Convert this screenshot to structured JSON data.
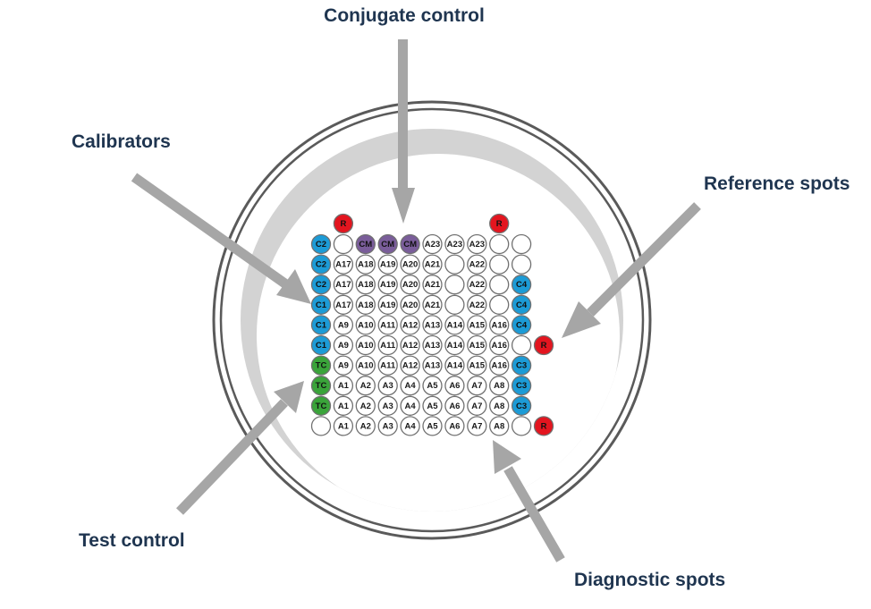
{
  "labels": {
    "conjugate_control": "Conjugate control",
    "calibrators": "Calibrators",
    "reference_spots": "Reference spots",
    "test_control": "Test control",
    "diagnostic_spots": "Diagnostic spots"
  },
  "colors": {
    "label": "#1f3550",
    "arrow": "#a6a6a6",
    "ring_outer": "#5a5a5a",
    "ring_band": "#d3d3d3",
    "spot_border": "#707070",
    "reference": "#e3151f",
    "calibrator": "#1c9bd6",
    "conjugate": "#7a5d9a",
    "test_control": "#3aa43a",
    "diagnostic": "#ffffff"
  },
  "reference_spots_top": [
    "R",
    "R"
  ],
  "grid": [
    [
      {
        "t": "C2",
        "k": "calibrator"
      },
      {
        "t": "",
        "k": "diagnostic"
      },
      {
        "t": "CM",
        "k": "conjugate"
      },
      {
        "t": "CM",
        "k": "conjugate"
      },
      {
        "t": "CM",
        "k": "conjugate"
      },
      {
        "t": "A23",
        "k": "diagnostic"
      },
      {
        "t": "A23",
        "k": "diagnostic"
      },
      {
        "t": "A23",
        "k": "diagnostic"
      },
      {
        "t": "",
        "k": "diagnostic"
      },
      {
        "t": "",
        "k": "diagnostic"
      }
    ],
    [
      {
        "t": "C2",
        "k": "calibrator"
      },
      {
        "t": "A17",
        "k": "diagnostic"
      },
      {
        "t": "A18",
        "k": "diagnostic"
      },
      {
        "t": "A19",
        "k": "diagnostic"
      },
      {
        "t": "A20",
        "k": "diagnostic"
      },
      {
        "t": "A21",
        "k": "diagnostic"
      },
      {
        "t": "",
        "k": "diagnostic"
      },
      {
        "t": "A22",
        "k": "diagnostic"
      },
      {
        "t": "",
        "k": "diagnostic"
      },
      {
        "t": "",
        "k": "diagnostic"
      }
    ],
    [
      {
        "t": "C2",
        "k": "calibrator"
      },
      {
        "t": "A17",
        "k": "diagnostic"
      },
      {
        "t": "A18",
        "k": "diagnostic"
      },
      {
        "t": "A19",
        "k": "diagnostic"
      },
      {
        "t": "A20",
        "k": "diagnostic"
      },
      {
        "t": "A21",
        "k": "diagnostic"
      },
      {
        "t": "",
        "k": "diagnostic"
      },
      {
        "t": "A22",
        "k": "diagnostic"
      },
      {
        "t": "",
        "k": "diagnostic"
      },
      {
        "t": "C4",
        "k": "calibrator"
      }
    ],
    [
      {
        "t": "C1",
        "k": "calibrator"
      },
      {
        "t": "A17",
        "k": "diagnostic"
      },
      {
        "t": "A18",
        "k": "diagnostic"
      },
      {
        "t": "A19",
        "k": "diagnostic"
      },
      {
        "t": "A20",
        "k": "diagnostic"
      },
      {
        "t": "A21",
        "k": "diagnostic"
      },
      {
        "t": "",
        "k": "diagnostic"
      },
      {
        "t": "A22",
        "k": "diagnostic"
      },
      {
        "t": "",
        "k": "diagnostic"
      },
      {
        "t": "C4",
        "k": "calibrator"
      }
    ],
    [
      {
        "t": "C1",
        "k": "calibrator"
      },
      {
        "t": "A9",
        "k": "diagnostic"
      },
      {
        "t": "A10",
        "k": "diagnostic"
      },
      {
        "t": "A11",
        "k": "diagnostic"
      },
      {
        "t": "A12",
        "k": "diagnostic"
      },
      {
        "t": "A13",
        "k": "diagnostic"
      },
      {
        "t": "A14",
        "k": "diagnostic"
      },
      {
        "t": "A15",
        "k": "diagnostic"
      },
      {
        "t": "A16",
        "k": "diagnostic"
      },
      {
        "t": "C4",
        "k": "calibrator"
      }
    ],
    [
      {
        "t": "C1",
        "k": "calibrator"
      },
      {
        "t": "A9",
        "k": "diagnostic"
      },
      {
        "t": "A10",
        "k": "diagnostic"
      },
      {
        "t": "A11",
        "k": "diagnostic"
      },
      {
        "t": "A12",
        "k": "diagnostic"
      },
      {
        "t": "A13",
        "k": "diagnostic"
      },
      {
        "t": "A14",
        "k": "diagnostic"
      },
      {
        "t": "A15",
        "k": "diagnostic"
      },
      {
        "t": "A16",
        "k": "diagnostic"
      },
      {
        "t": "",
        "k": "diagnostic"
      },
      {
        "t": "R",
        "k": "reference"
      }
    ],
    [
      {
        "t": "TC",
        "k": "test_control"
      },
      {
        "t": "A9",
        "k": "diagnostic"
      },
      {
        "t": "A10",
        "k": "diagnostic"
      },
      {
        "t": "A11",
        "k": "diagnostic"
      },
      {
        "t": "A12",
        "k": "diagnostic"
      },
      {
        "t": "A13",
        "k": "diagnostic"
      },
      {
        "t": "A14",
        "k": "diagnostic"
      },
      {
        "t": "A15",
        "k": "diagnostic"
      },
      {
        "t": "A16",
        "k": "diagnostic"
      },
      {
        "t": "C3",
        "k": "calibrator"
      }
    ],
    [
      {
        "t": "TC",
        "k": "test_control"
      },
      {
        "t": "A1",
        "k": "diagnostic"
      },
      {
        "t": "A2",
        "k": "diagnostic"
      },
      {
        "t": "A3",
        "k": "diagnostic"
      },
      {
        "t": "A4",
        "k": "diagnostic"
      },
      {
        "t": "A5",
        "k": "diagnostic"
      },
      {
        "t": "A6",
        "k": "diagnostic"
      },
      {
        "t": "A7",
        "k": "diagnostic"
      },
      {
        "t": "A8",
        "k": "diagnostic"
      },
      {
        "t": "C3",
        "k": "calibrator"
      }
    ],
    [
      {
        "t": "TC",
        "k": "test_control"
      },
      {
        "t": "A1",
        "k": "diagnostic"
      },
      {
        "t": "A2",
        "k": "diagnostic"
      },
      {
        "t": "A3",
        "k": "diagnostic"
      },
      {
        "t": "A4",
        "k": "diagnostic"
      },
      {
        "t": "A5",
        "k": "diagnostic"
      },
      {
        "t": "A6",
        "k": "diagnostic"
      },
      {
        "t": "A7",
        "k": "diagnostic"
      },
      {
        "t": "A8",
        "k": "diagnostic"
      },
      {
        "t": "C3",
        "k": "calibrator"
      }
    ],
    [
      {
        "t": "",
        "k": "diagnostic"
      },
      {
        "t": "A1",
        "k": "diagnostic"
      },
      {
        "t": "A2",
        "k": "diagnostic"
      },
      {
        "t": "A3",
        "k": "diagnostic"
      },
      {
        "t": "A4",
        "k": "diagnostic"
      },
      {
        "t": "A5",
        "k": "diagnostic"
      },
      {
        "t": "A6",
        "k": "diagnostic"
      },
      {
        "t": "A7",
        "k": "diagnostic"
      },
      {
        "t": "A8",
        "k": "diagnostic"
      },
      {
        "t": "",
        "k": "diagnostic"
      },
      {
        "t": "R",
        "k": "reference"
      }
    ]
  ]
}
